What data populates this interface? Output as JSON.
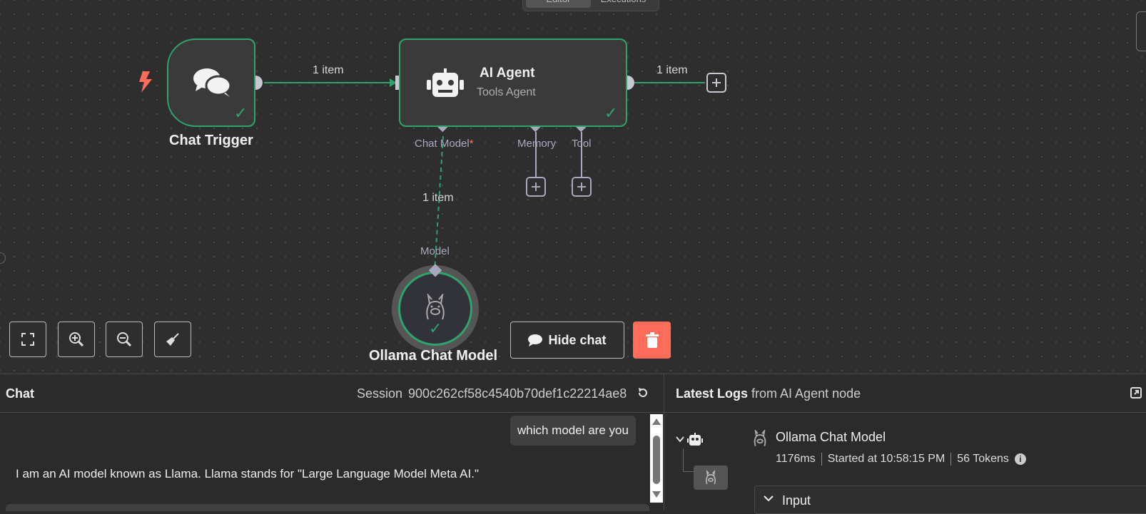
{
  "top_tabs": [
    "Editor",
    "Executions"
  ],
  "nodes": {
    "chat_trigger": {
      "title": "Chat Trigger",
      "icon": "chat-bubbles-icon",
      "status": "success"
    },
    "ai_agent": {
      "title": "AI Agent",
      "subtitle": "Tools Agent",
      "icon": "robot-icon",
      "status": "success",
      "handles": {
        "chat_model": "Chat Model",
        "chat_model_required": "*",
        "memory": "Memory",
        "tool": "Tool"
      }
    },
    "ollama": {
      "title": "Ollama Chat Model",
      "icon": "llama-icon",
      "handle_label": "Model",
      "status": "success"
    }
  },
  "edges": {
    "trigger_to_agent": "1 item",
    "agent_output": "1 item",
    "model_to_agent": "1 item"
  },
  "canvas_controls": [
    "fit-view",
    "zoom-in",
    "zoom-out",
    "tidy-up"
  ],
  "chat_toggle": {
    "label": "Hide chat"
  },
  "chat_panel": {
    "title": "Chat",
    "session_label": "Session",
    "session_id": "900c262cf58c4540b70def1c22214ae8",
    "messages": [
      {
        "role": "user",
        "text": "which model are you"
      },
      {
        "role": "bot",
        "text": "I am an AI model known as Llama. Llama stands for \"Large Language Model Meta AI.\""
      }
    ]
  },
  "logs_panel": {
    "title_bold": "Latest Logs",
    "title_rest": "from AI Agent node",
    "entry": {
      "name": "Ollama Chat Model",
      "duration": "1176ms",
      "started": "Started at 10:58:15 PM",
      "tokens": "56 Tokens"
    },
    "input_section": "Input"
  },
  "colors": {
    "success": "#2fa36b",
    "accent_delete": "#ff6d5a",
    "canvas_bg": "#2e2e2e",
    "node_bg": "#3a3a3a"
  }
}
